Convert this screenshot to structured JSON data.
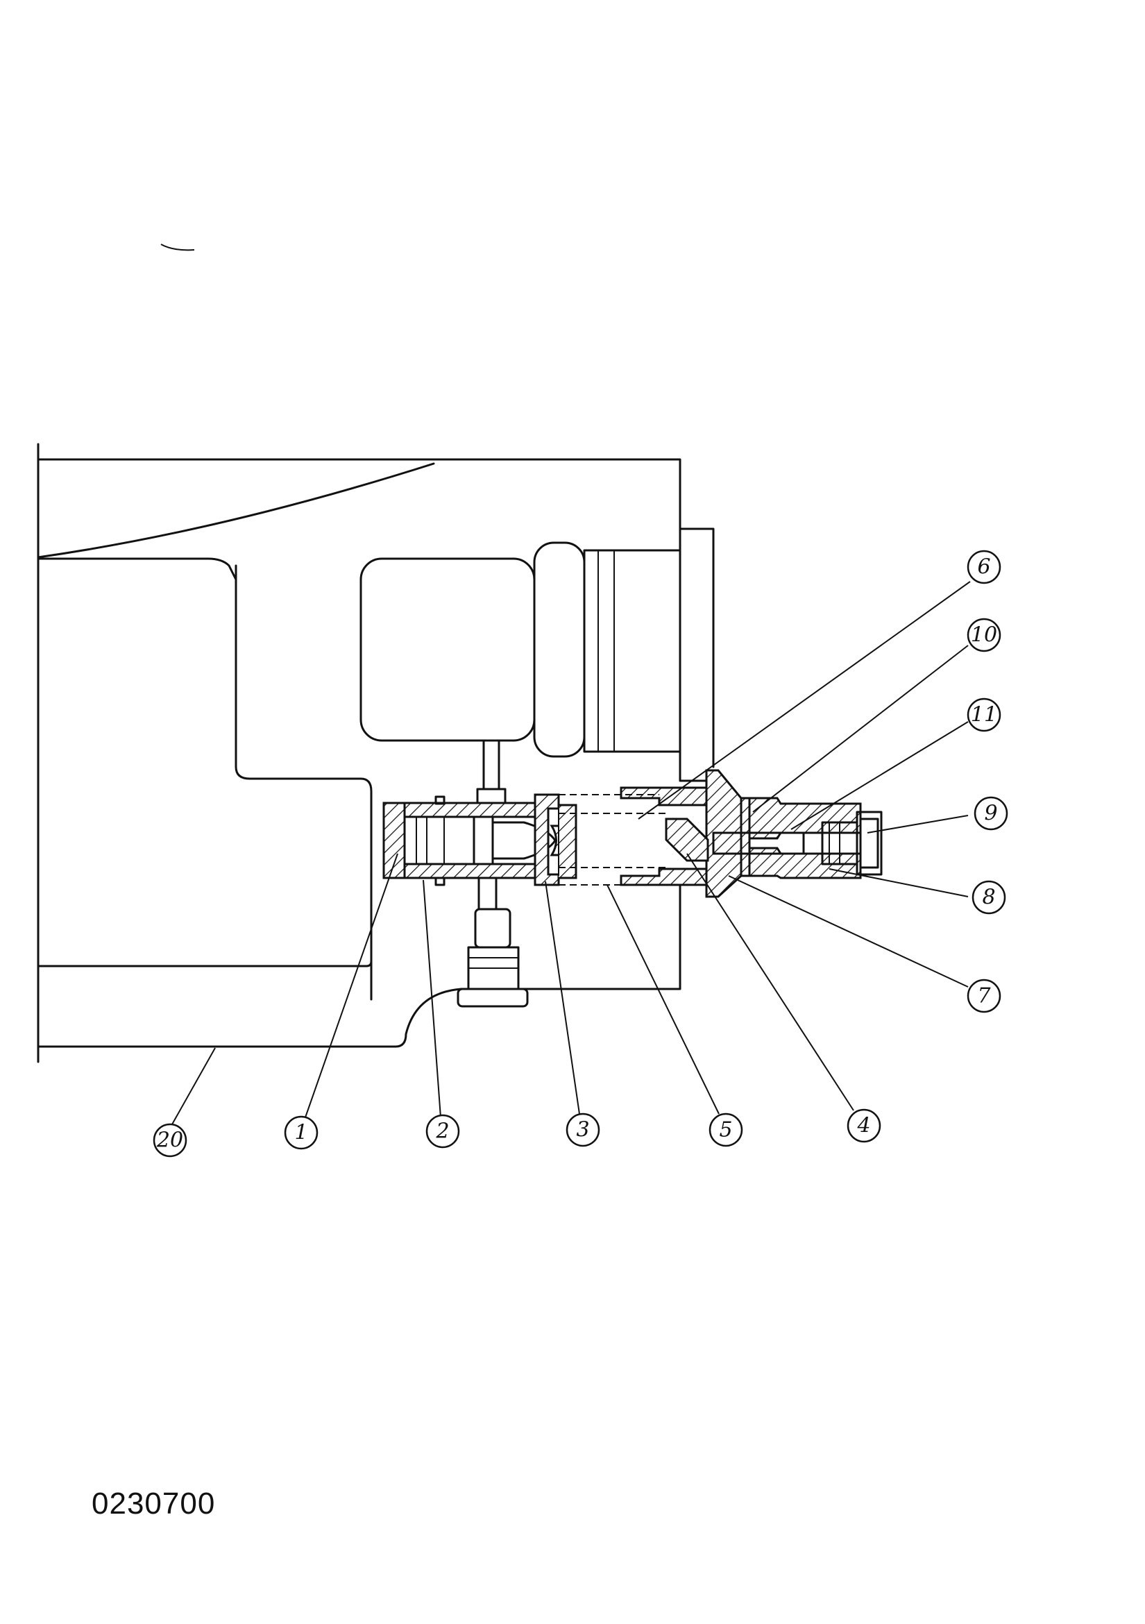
{
  "drawing_code": "0230700",
  "callouts": [
    {
      "id": "c20",
      "label": "20"
    },
    {
      "id": "c1",
      "label": "1"
    },
    {
      "id": "c2",
      "label": "2"
    },
    {
      "id": "c3",
      "label": "3"
    },
    {
      "id": "c5",
      "label": "5"
    },
    {
      "id": "c4",
      "label": "4"
    },
    {
      "id": "c6",
      "label": "6"
    },
    {
      "id": "c10",
      "label": "10"
    },
    {
      "id": "c11",
      "label": "11"
    },
    {
      "id": "c9",
      "label": "9"
    },
    {
      "id": "c8",
      "label": "8"
    },
    {
      "id": "c7",
      "label": "7"
    }
  ],
  "colors": {
    "ink": "#111111",
    "paper": "#ffffff"
  }
}
